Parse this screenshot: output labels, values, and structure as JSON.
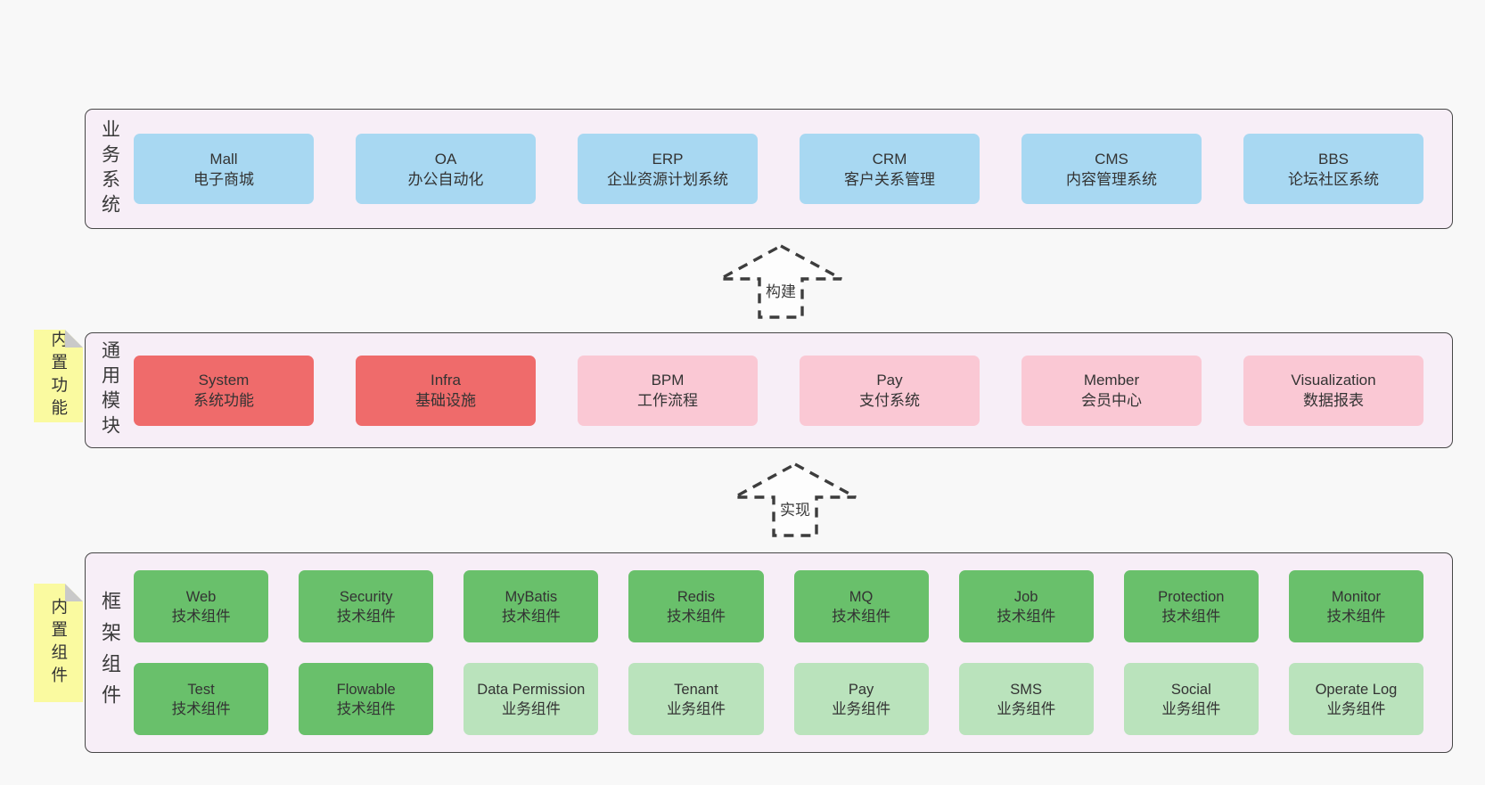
{
  "palette": {
    "page_bg": "#f8f8f8",
    "container_bg": "#f7eef7",
    "container_border": "#464646",
    "blue": "#a8d8f2",
    "red": "#ef6b6b",
    "pink": "#fac8d4",
    "green_dark": "#69c06b",
    "green_light": "#bae3bc",
    "sticky_yellow": "#fafaa0",
    "fold_gray": "#c9c9c9",
    "text": "#333333"
  },
  "sections": [
    {
      "label": "业务系统",
      "boxes": [
        {
          "line1": "Mall",
          "line2": "电子商城"
        },
        {
          "line1": "OA",
          "line2": "办公自动化"
        },
        {
          "line1": "ERP",
          "line2": "企业资源计划系统"
        },
        {
          "line1": "CRM",
          "line2": "客户关系管理"
        },
        {
          "line1": "CMS",
          "line2": "内容管理系统"
        },
        {
          "line1": "BBS",
          "line2": "论坛社区系统"
        }
      ]
    },
    {
      "label": "通用模块",
      "sticky": "内置功能",
      "boxes": [
        {
          "line1": "System",
          "line2": "系统功能"
        },
        {
          "line1": "Infra",
          "line2": "基础设施"
        },
        {
          "line1": "BPM",
          "line2": "工作流程"
        },
        {
          "line1": "Pay",
          "line2": "支付系统"
        },
        {
          "line1": "Member",
          "line2": "会员中心"
        },
        {
          "line1": "Visualization",
          "line2": "数据报表"
        }
      ]
    },
    {
      "label": "框架组件",
      "sticky": "内置组件",
      "rows": [
        [
          {
            "line1": "Web",
            "line2": "技术组件"
          },
          {
            "line1": "Security",
            "line2": "技术组件"
          },
          {
            "line1": "MyBatis",
            "line2": "技术组件"
          },
          {
            "line1": "Redis",
            "line2": "技术组件"
          },
          {
            "line1": "MQ",
            "line2": "技术组件"
          },
          {
            "line1": "Job",
            "line2": "技术组件"
          },
          {
            "line1": "Protection",
            "line2": "技术组件"
          },
          {
            "line1": "Monitor",
            "line2": "技术组件"
          }
        ],
        [
          {
            "line1": "Test",
            "line2": "技术组件"
          },
          {
            "line1": "Flowable",
            "line2": "技术组件"
          },
          {
            "line1": "Data Permission",
            "line2": "业务组件"
          },
          {
            "line1": "Tenant",
            "line2": "业务组件"
          },
          {
            "line1": "Pay",
            "line2": "业务组件"
          },
          {
            "line1": "SMS",
            "line2": "业务组件"
          },
          {
            "line1": "Social",
            "line2": "业务组件"
          },
          {
            "line1": "Operate Log",
            "line2": "业务组件"
          }
        ]
      ]
    }
  ],
  "arrows": [
    {
      "label": "构建"
    },
    {
      "label": "实现"
    }
  ]
}
